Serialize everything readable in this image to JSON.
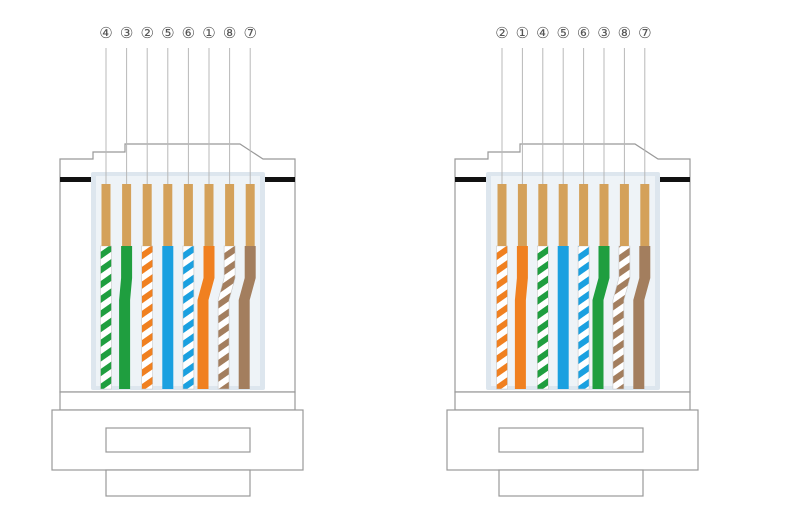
{
  "colors": {
    "gold": "#d4a15a",
    "white": "#ffffff",
    "green": "#1f9e3f",
    "orange": "#f08020",
    "blue": "#1aa0e0",
    "brown": "#a37e5e",
    "housing_shadow": "#dde6ee",
    "outline": "#999999"
  },
  "connectors": [
    {
      "id": "left",
      "pin_labels": [
        "④",
        "③",
        "②",
        "⑤",
        "⑥",
        "①",
        "⑧",
        "⑦"
      ],
      "wires": [
        {
          "color": "green",
          "striped": true
        },
        {
          "color": "green",
          "striped": false
        },
        {
          "color": "orange",
          "striped": true
        },
        {
          "color": "blue",
          "striped": false
        },
        {
          "color": "blue",
          "striped": true
        },
        {
          "color": "orange",
          "striped": false
        },
        {
          "color": "brown",
          "striped": true
        },
        {
          "color": "brown",
          "striped": false
        }
      ]
    },
    {
      "id": "right",
      "pin_labels": [
        "②",
        "①",
        "④",
        "⑤",
        "⑥",
        "③",
        "⑧",
        "⑦"
      ],
      "wires": [
        {
          "color": "orange",
          "striped": true
        },
        {
          "color": "orange",
          "striped": false
        },
        {
          "color": "green",
          "striped": true
        },
        {
          "color": "blue",
          "striped": false
        },
        {
          "color": "blue",
          "striped": true
        },
        {
          "color": "green",
          "striped": false
        },
        {
          "color": "brown",
          "striped": true
        },
        {
          "color": "brown",
          "striped": false
        }
      ]
    }
  ]
}
